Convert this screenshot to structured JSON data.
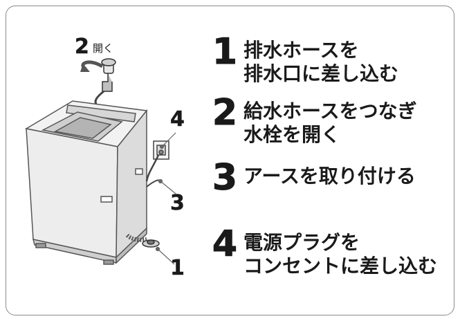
{
  "steps": [
    {
      "num": "1",
      "lines": [
        "排水ホースを",
        "排水口に差し込む"
      ]
    },
    {
      "num": "2",
      "lines": [
        "給水ホースをつなぎ",
        "水栓を開く"
      ]
    },
    {
      "num": "3",
      "lines": [
        "アースを取り付ける"
      ]
    },
    {
      "num": "4",
      "lines": [
        "電源プラグを",
        "コンセントに差し込む"
      ]
    }
  ],
  "callouts": {
    "faucet_num": "2",
    "faucet_label": "開く",
    "outlet_num": "4",
    "earth_num": "3",
    "drain_num": "1"
  }
}
